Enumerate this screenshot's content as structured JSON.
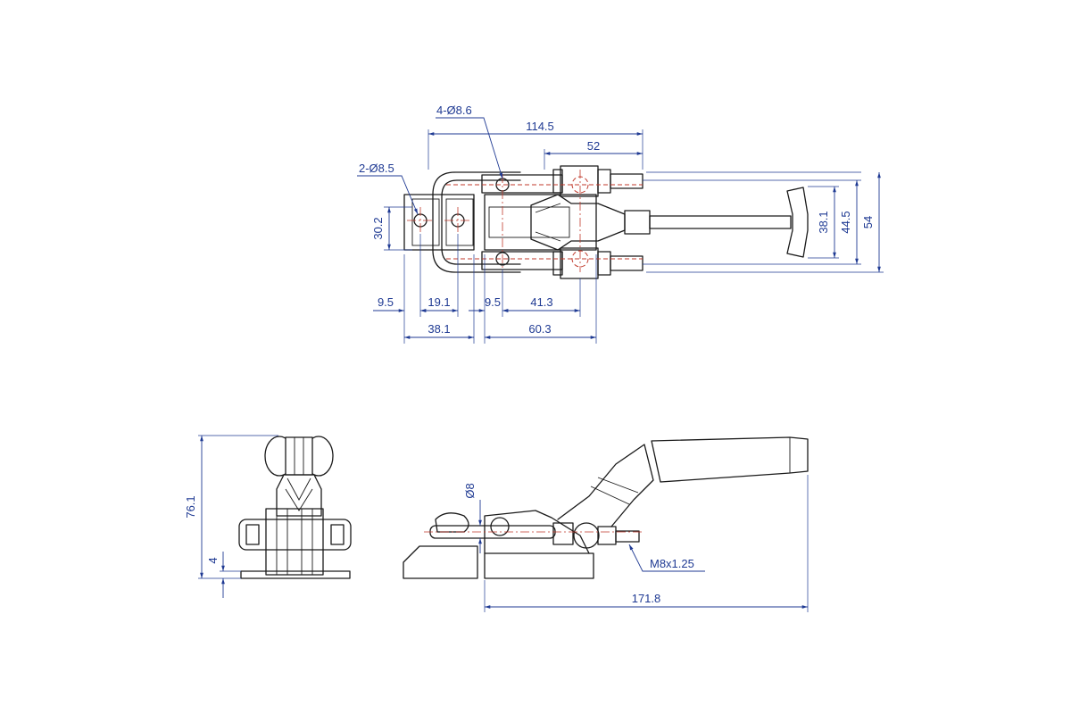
{
  "dimensions": {
    "top_view": {
      "holes_4": "4-Ø8.6",
      "holes_2": "2-Ø8.5",
      "overall_length": "114.5",
      "handle_offset": "52",
      "hole_spacing_left": "30.2",
      "width_inner": "38.1",
      "width_mid": "44.5",
      "width_outer": "54",
      "base_edge": "9.5",
      "base_pitch": "19.1",
      "gap": "9.5",
      "body_pitch": "41.3",
      "base_width": "38.1",
      "body_length": "60.3"
    },
    "end_view": {
      "height": "76.1",
      "base_thickness": "4"
    },
    "side_view": {
      "plunger_dia": "Ø8",
      "thread": "M8x1.25",
      "overall_length": "171.8"
    }
  },
  "colors": {
    "outline": "#1a1a1a",
    "hidden_lines": "#c0392b",
    "dimension_lines": "#1f3a93"
  }
}
